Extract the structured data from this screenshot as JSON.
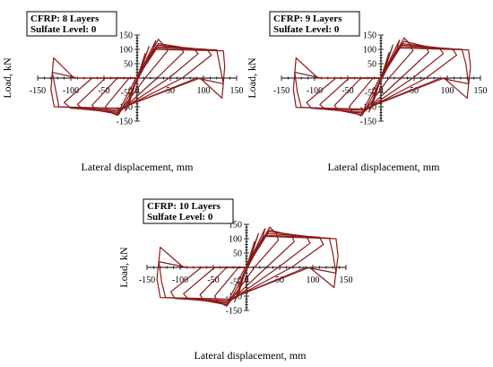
{
  "chart_data": [
    {
      "type": "line",
      "legend": [
        "CFRP: 8 Layers",
        "Sulfate Level: 0"
      ],
      "xlabel": "Lateral displacement, mm",
      "ylabel": "Load, kN",
      "xlim": [
        -150,
        150
      ],
      "ylim": [
        -150,
        150
      ],
      "x_ticks": [
        "-150",
        "-100",
        "-50",
        "0",
        "50",
        "100",
        "150"
      ],
      "y_ticks": [
        "150",
        "100",
        "50",
        "0",
        "-50",
        "-100",
        "-150"
      ],
      "legend_position": "top-left",
      "line_color": "#8b1a1a",
      "series": [
        {
          "x": [
            0,
            12,
            0,
            -12,
            0
          ],
          "y": [
            0,
            85,
            0,
            -88,
            0
          ]
        },
        {
          "x": [
            0,
            18,
            6,
            0,
            -18,
            -6,
            0
          ],
          "y": [
            0,
            110,
            30,
            0,
            -115,
            -30,
            0
          ]
        },
        {
          "x": [
            0,
            28,
            24,
            2,
            -28,
            -24,
            -2,
            0
          ],
          "y": [
            0,
            130,
            98,
            0,
            -128,
            -100,
            0,
            0
          ]
        },
        {
          "x": [
            0,
            32,
            42,
            46,
            12,
            -30,
            -44,
            -48,
            -12,
            0
          ],
          "y": [
            0,
            135,
            110,
            95,
            0,
            -130,
            -115,
            -100,
            0,
            0
          ]
        },
        {
          "x": [
            0,
            32,
            65,
            70,
            30,
            -30,
            -62,
            -68,
            -30,
            0
          ],
          "y": [
            0,
            120,
            108,
            90,
            0,
            -125,
            -112,
            -95,
            0,
            0
          ]
        },
        {
          "x": [
            0,
            30,
            85,
            92,
            48,
            -30,
            -82,
            -90,
            -48,
            0
          ],
          "y": [
            0,
            115,
            103,
            85,
            0,
            -120,
            -108,
            -92,
            0,
            0
          ]
        },
        {
          "x": [
            0,
            30,
            105,
            112,
            68,
            -30,
            -100,
            -110,
            -68,
            0
          ],
          "y": [
            0,
            110,
            100,
            80,
            0,
            -115,
            -105,
            -85,
            0,
            0
          ]
        },
        {
          "x": [
            0,
            30,
            120,
            124,
            130,
            90,
            -30,
            -118,
            -122,
            -128,
            -90,
            0
          ],
          "y": [
            0,
            105,
            98,
            50,
            -20,
            0,
            -110,
            -100,
            -50,
            20,
            0,
            0
          ]
        },
        {
          "x": [
            0,
            25,
            130,
            132,
            128,
            95,
            -25,
            -125,
            -130,
            -126,
            -95,
            0
          ],
          "y": [
            0,
            100,
            95,
            40,
            -70,
            0,
            -105,
            -100,
            -40,
            70,
            0,
            0
          ]
        }
      ]
    },
    {
      "type": "line",
      "legend": [
        "CFRP: 9 Layers",
        "Sulfate Level: 0"
      ],
      "xlabel": "Lateral displacement, mm",
      "ylabel": "Load, kN",
      "xlim": [
        -150,
        150
      ],
      "ylim": [
        -150,
        150
      ],
      "x_ticks": [
        "-150",
        "-100",
        "-50",
        "0",
        "50",
        "100",
        "150"
      ],
      "y_ticks": [
        "150",
        "100",
        "50",
        "0",
        "-50",
        "-100",
        "-150"
      ],
      "legend_position": "top-left",
      "line_color": "#8b1a1a",
      "series": [
        {
          "x": [
            0,
            12,
            0,
            -12,
            0
          ],
          "y": [
            0,
            88,
            0,
            -90,
            0
          ]
        },
        {
          "x": [
            0,
            18,
            6,
            0,
            -18,
            -6,
            0
          ],
          "y": [
            0,
            115,
            30,
            0,
            -118,
            -30,
            0
          ]
        },
        {
          "x": [
            0,
            28,
            24,
            2,
            -28,
            -24,
            -2,
            0
          ],
          "y": [
            0,
            132,
            100,
            0,
            -128,
            -100,
            0,
            0
          ]
        },
        {
          "x": [
            0,
            35,
            45,
            48,
            12,
            -30,
            -44,
            -48,
            -12,
            0
          ],
          "y": [
            0,
            140,
            115,
            95,
            0,
            -132,
            -115,
            -100,
            0,
            0
          ]
        },
        {
          "x": [
            0,
            35,
            68,
            72,
            30,
            -30,
            -65,
            -70,
            -30,
            0
          ],
          "y": [
            0,
            128,
            110,
            90,
            0,
            -128,
            -112,
            -95,
            0,
            0
          ]
        },
        {
          "x": [
            0,
            32,
            88,
            94,
            48,
            -30,
            -85,
            -92,
            -48,
            0
          ],
          "y": [
            0,
            120,
            105,
            85,
            0,
            -122,
            -108,
            -92,
            0,
            0
          ]
        },
        {
          "x": [
            0,
            30,
            108,
            114,
            68,
            -30,
            -105,
            -112,
            -68,
            0
          ],
          "y": [
            0,
            115,
            102,
            80,
            0,
            -118,
            -105,
            -85,
            0,
            0
          ]
        },
        {
          "x": [
            0,
            30,
            122,
            128,
            132,
            90,
            -30,
            -120,
            -126,
            -130,
            -90,
            0
          ],
          "y": [
            0,
            110,
            100,
            50,
            -20,
            0,
            -112,
            -102,
            -50,
            20,
            0,
            0
          ]
        },
        {
          "x": [
            0,
            25,
            132,
            135,
            130,
            95,
            -25,
            -128,
            -132,
            -128,
            -95,
            0
          ],
          "y": [
            0,
            105,
            98,
            40,
            -70,
            0,
            -108,
            -102,
            -40,
            70,
            0,
            0
          ]
        }
      ]
    },
    {
      "type": "line",
      "legend": [
        "CFRP: 10 Layers",
        "Sulfate Level: 0"
      ],
      "xlabel": "Lateral displacement, mm",
      "ylabel": "Load, kN",
      "xlim": [
        -150,
        150
      ],
      "ylim": [
        -150,
        150
      ],
      "x_ticks": [
        "-150",
        "-100",
        "-50",
        "0",
        "50",
        "100",
        "150"
      ],
      "y_ticks": [
        "150",
        "100",
        "50",
        "0",
        "-50",
        "-100",
        "-150"
      ],
      "legend_position": "top-left",
      "line_color": "#8b1a1a",
      "series": [
        {
          "x": [
            0,
            12,
            0,
            -12,
            0
          ],
          "y": [
            0,
            90,
            0,
            -92,
            0
          ]
        },
        {
          "x": [
            0,
            18,
            6,
            0,
            -18,
            -6,
            0
          ],
          "y": [
            0,
            118,
            30,
            0,
            -120,
            -30,
            0
          ]
        },
        {
          "x": [
            0,
            28,
            24,
            2,
            -28,
            -24,
            -2,
            0
          ],
          "y": [
            0,
            135,
            100,
            0,
            -130,
            -100,
            0,
            0
          ]
        },
        {
          "x": [
            0,
            35,
            45,
            48,
            12,
            -30,
            -44,
            -48,
            -12,
            0
          ],
          "y": [
            0,
            140,
            118,
            95,
            0,
            -135,
            -118,
            -100,
            0,
            0
          ]
        },
        {
          "x": [
            0,
            35,
            68,
            72,
            30,
            -30,
            -65,
            -70,
            -30,
            0
          ],
          "y": [
            0,
            130,
            112,
            90,
            0,
            -130,
            -115,
            -95,
            0,
            0
          ]
        },
        {
          "x": [
            0,
            32,
            90,
            96,
            48,
            -30,
            -88,
            -95,
            -48,
            0
          ],
          "y": [
            0,
            125,
            108,
            85,
            0,
            -125,
            -110,
            -92,
            0,
            0
          ]
        },
        {
          "x": [
            0,
            30,
            110,
            116,
            68,
            -30,
            -108,
            -114,
            -68,
            0
          ],
          "y": [
            0,
            118,
            105,
            80,
            0,
            -120,
            -108,
            -85,
            0,
            0
          ]
        },
        {
          "x": [
            0,
            30,
            125,
            130,
            135,
            90,
            -30,
            -122,
            -128,
            -132,
            -90,
            0
          ],
          "y": [
            0,
            112,
            102,
            50,
            -20,
            0,
            -115,
            -105,
            -50,
            20,
            0,
            0
          ]
        },
        {
          "x": [
            0,
            25,
            135,
            138,
            132,
            95,
            -25,
            -130,
            -135,
            -130,
            -95,
            0
          ],
          "y": [
            0,
            108,
            100,
            40,
            -70,
            0,
            -110,
            -105,
            -40,
            70,
            0,
            0
          ]
        }
      ]
    }
  ]
}
